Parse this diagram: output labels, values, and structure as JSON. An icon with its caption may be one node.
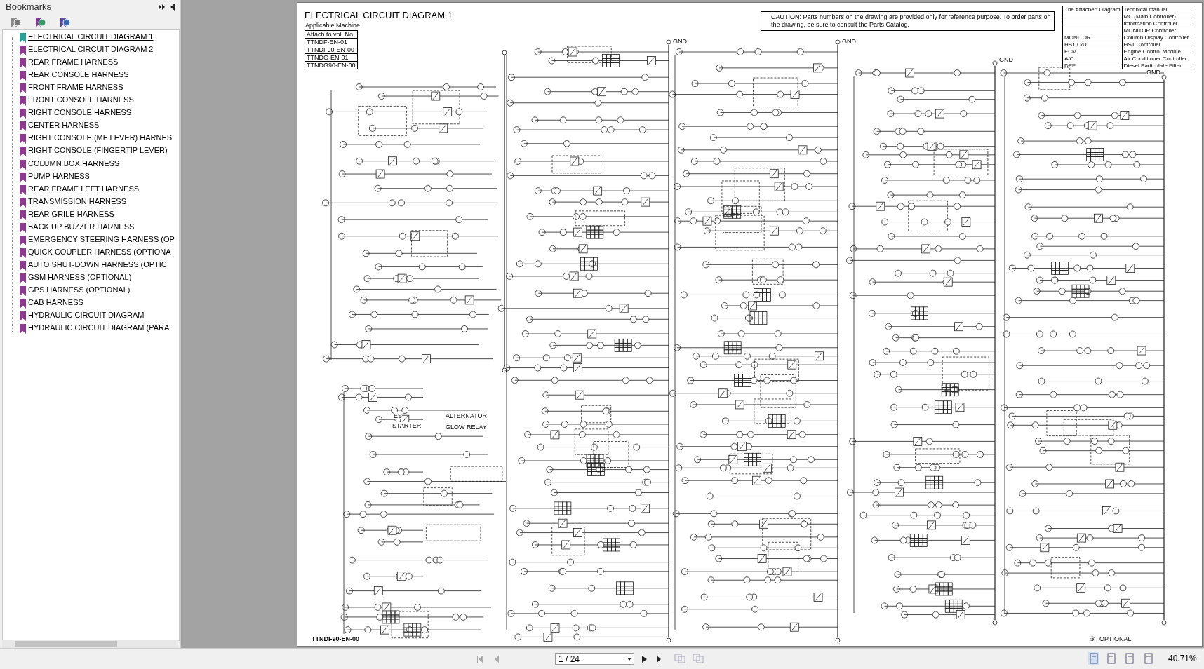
{
  "diagram": {
    "title": "ELECTRICAL CIRCUIT DIAGRAM 1",
    "labels": [
      "Bookmarks",
      "ELECTRICAL CIRCUIT DIAGRAM 1",
      "ELECTRICAL CIRCUIT DIAGRAM 2",
      "REAR FRAME HARNESS",
      "REAR CONSOLE HARNESS",
      "FRONT FRAME HARNESS",
      "FRONT CONSOLE HARNESS",
      "RIGHT CONSOLE HARNESS",
      "CENTER HARNESS",
      "RIGHT CONSOLE (MF LEVER) HARNES",
      "RIGHT CONSOLE (FINGERTIP LEVER)",
      "COLUMN BOX HARNESS",
      "PUMP HARNESS",
      "REAR FRAME LEFT HARNESS",
      "TRANSMISSION HARNESS",
      "REAR GRILE HARNESS",
      "BACK UP BUZZER HARNESS",
      "EMERGENCY STEERING HARNESS (OP",
      "QUICK COUPLER HARNESS (OPTIONA",
      "AUTO SHUT-DOWN HARNESS (OPTIC",
      "GSM HARNESS (OPTIONAL)",
      "GPS HARNESS (OPTIONAL)",
      "CAB HARNESS",
      "HYDRAULIC CIRCUIT DIAGRAM",
      "HYDRAULIC CIRCUIT DIAGRAM (PARA",
      "Applicable Machine",
      "Attach to vol. No.",
      "TTNDF-EN-01",
      "TTNDF90-EN-00",
      "TTNDG-EN-01",
      "TTNDG90-EN-00",
      "CAUTION: Parts numbers on the drawing are provided only for reference purpose. To order parts on the drawing, be sure to consult the Parts Catalog.",
      "The Attached Diagram",
      "Technical manual",
      "MC (Main Controller)",
      "Information Controller",
      "MONITOR Controller",
      "MONITOR",
      "Column Display Controller",
      "HST C/U",
      "HST Controller",
      "ECM",
      "Engine Control Module",
      "A/C",
      "Air Conditioner Controller",
      "DPF",
      "Diesel Particulate Filter",
      "ES",
      "STARTER",
      "ALTERNATOR",
      "GLOW RELAY",
      "GND",
      "GND",
      "GND",
      "GND",
      "TTNDF90-EN-00",
      "※: OPTIONAL",
      "1 / 24",
      "40.71%"
    ]
  }
}
